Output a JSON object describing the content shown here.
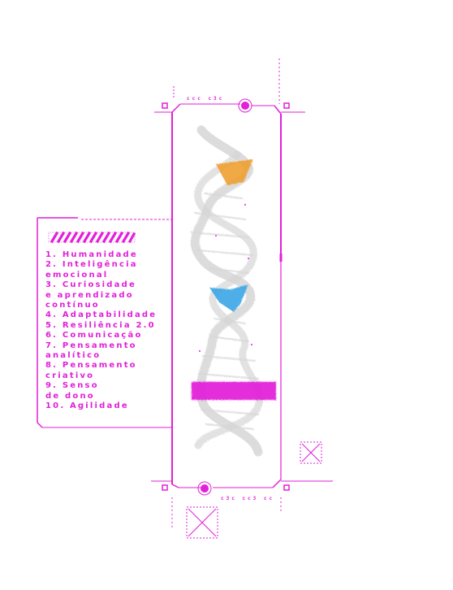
{
  "header_code": "ccc c3c",
  "footer_code": "c3c cc3 cc",
  "skills": [
    "1. Humanidade",
    "2. Inteligência",
    "emocional",
    "3. Curiosidade",
    "e aprendizado",
    "contínuo",
    "4. Adaptabilidade",
    "5. Resiliência 2.0",
    "6. Comunicação",
    "7. Pensamento",
    "analítico",
    "8. Pensamento",
    "criativo",
    "9. Senso",
    "de dono",
    "10. Agilidade"
  ],
  "colors": {
    "accent": "#e21fd9",
    "orange_band": "#f0a030",
    "blue_band": "#3aa6e6",
    "magenta_band": "#e21fd9",
    "helix": "#d8d8d8"
  },
  "icons": {
    "decor_x_1": "x-box-icon",
    "decor_x_2": "x-box-icon",
    "dna": "dna-helix-icon"
  }
}
